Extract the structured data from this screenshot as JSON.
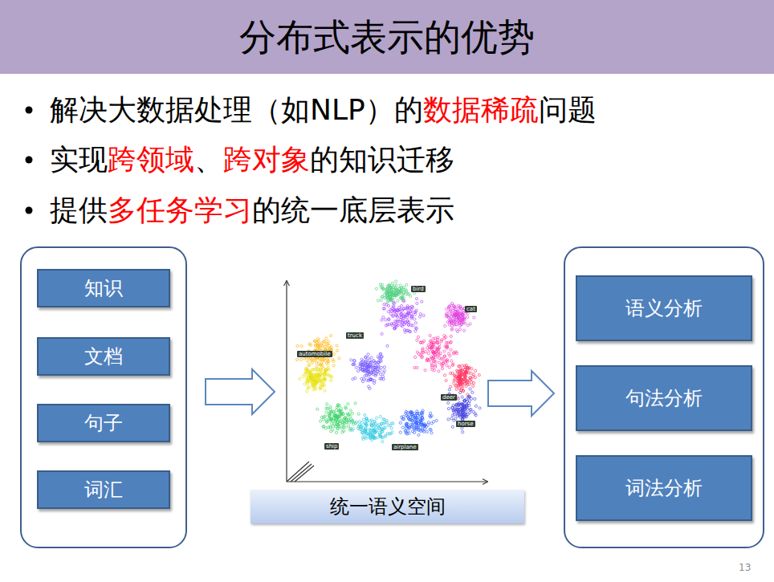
{
  "diagram": {
    "title": "分布式表示的优势",
    "nodes": [
      {
        "text": []
      },
      {
        "text": [
          "知识"
        ],
        "in": 0
      },
      {
        "text": [
          "文档"
        ],
        "in": 0
      },
      {
        "text": [
          "句子"
        ],
        "in": 0
      },
      {
        "text": [
          "词汇"
        ],
        "in": 0
      },
      {
        "text": [
          "统一语义空间"
        ]
      },
      {
        "text": []
      },
      {
        "text": [
          "语义分析"
        ],
        "in": 6
      },
      {
        "text": [
          "句法分析"
        ],
        "in": 6
      },
      {
        "text": [
          "词法分析"
        ],
        "in": 6
      }
    ],
    "labels": [
      "解决大数据处理（如NLP）的",
      "数据稀疏",
      "问题",
      "实现",
      "跨领域",
      "、",
      "跨对象",
      "的知识迁移",
      "提供",
      "多任务学习",
      "的统一底层表示",
      "truck",
      "automobile",
      "ship",
      "airplane",
      "horse",
      "deer",
      "cat",
      "bird",
      "13"
    ]
  }
}
